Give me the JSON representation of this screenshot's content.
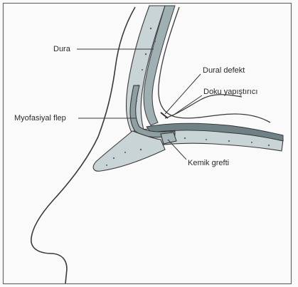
{
  "labels": {
    "dura": "Dura",
    "dural_defect": "Dural defekt",
    "tissue_adhesive": "Doku yapıştırıcı",
    "myofascial_flap": "Myofasiyal flep",
    "bone_graft": "Kemik grefti"
  },
  "colors": {
    "frame": "#6a6a6a",
    "ink": "#3a3a3a",
    "tissue_fill": "#c9d4d6",
    "flap_fill": "#8f9ea1",
    "graft_fill": "#aab7ba",
    "paper": "#fafafa"
  }
}
